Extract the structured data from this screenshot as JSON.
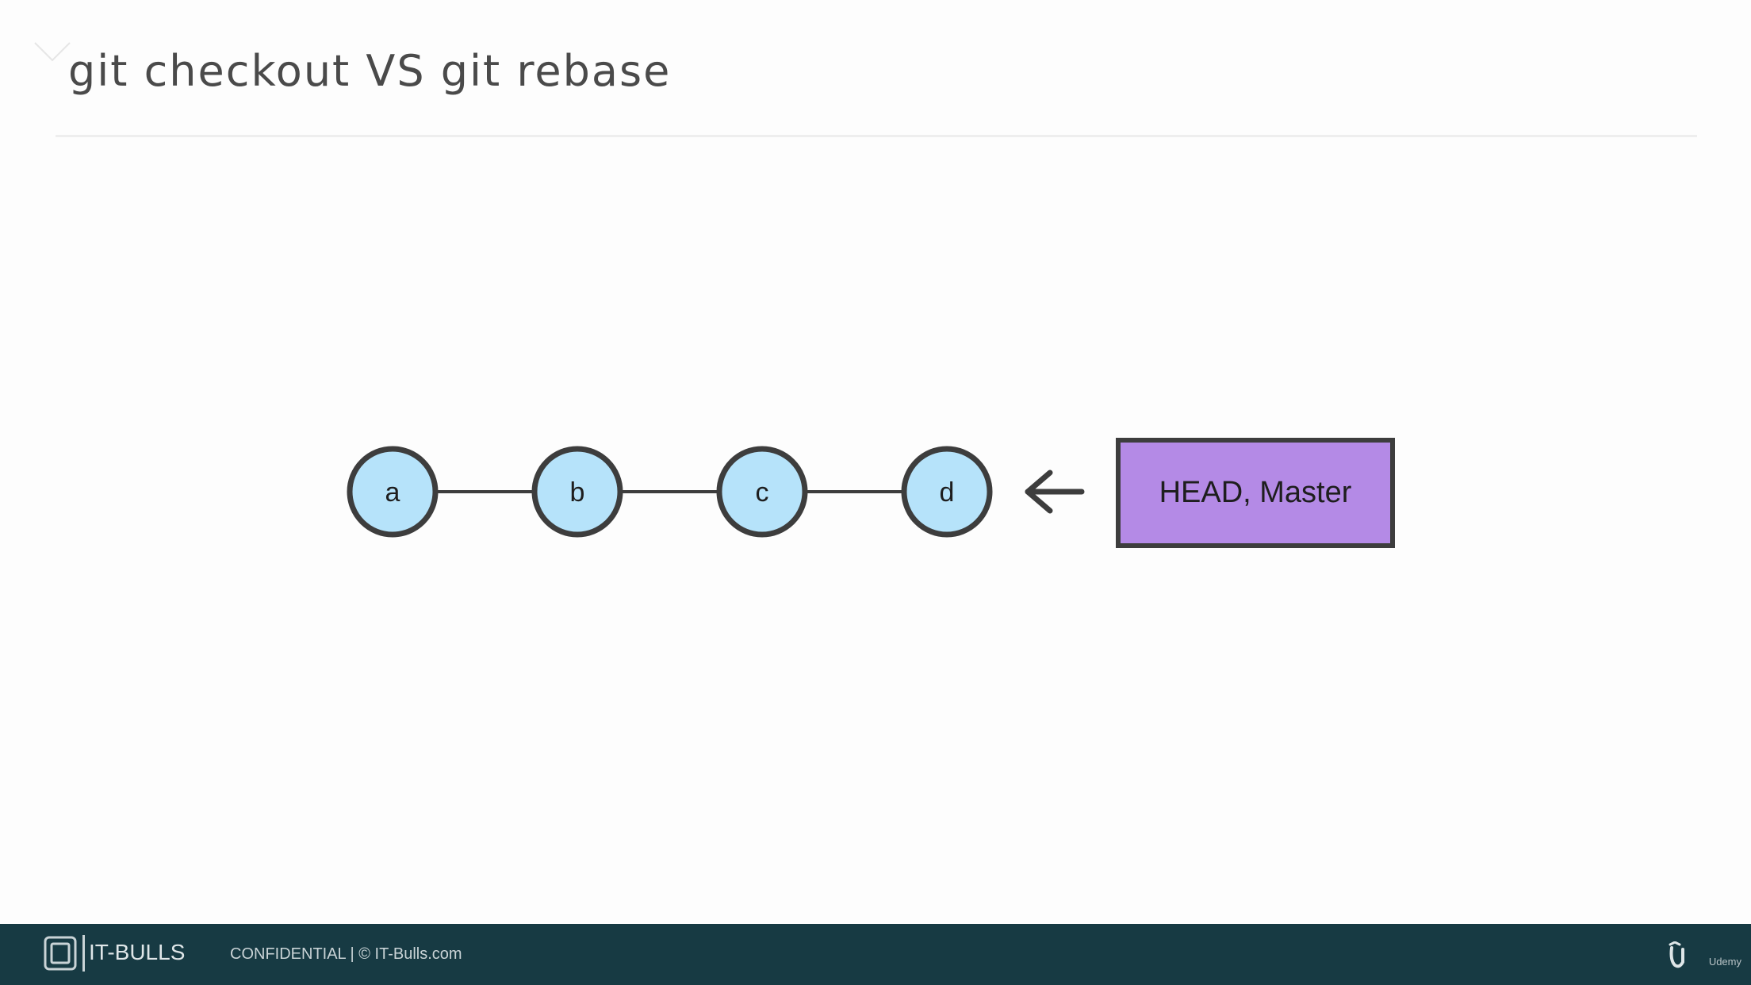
{
  "slide": {
    "title": "git checkout VS git rebase"
  },
  "diagram": {
    "commits": [
      {
        "id": "a",
        "label": "a"
      },
      {
        "id": "b",
        "label": "b"
      },
      {
        "id": "c",
        "label": "c"
      },
      {
        "id": "d",
        "label": "d"
      }
    ],
    "pointer": {
      "label": "HEAD, Master",
      "points_to": "d"
    },
    "colors": {
      "commit_fill": "#b6e3fa",
      "stroke": "#3d3d3d",
      "pointer_fill": "#b48ae6"
    }
  },
  "footer": {
    "brand": "IT-BULLS",
    "legal": "CONFIDENTIAL  |  © IT-Bulls.com",
    "platform": "Udemy",
    "background": "#173a43"
  }
}
